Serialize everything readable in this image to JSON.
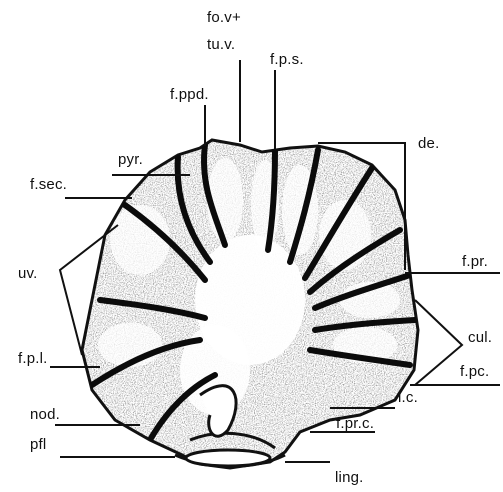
{
  "image": {
    "background": "#ffffff",
    "ink": "#111111",
    "subject": "cerebellum-section"
  },
  "labels": {
    "fov_tuv_1": "fo.v+",
    "fov_tuv_2": "tu.v.",
    "fps": "f.p.s.",
    "fppd": "f.ppd.",
    "pyr": "pyr.",
    "fsec": "f.sec.",
    "uv": "uv.",
    "de": "de.",
    "fpr": "f.pr.",
    "cul": "cul.",
    "fpl": "f.p.l.",
    "nod": "nod.",
    "pfl": "pfl",
    "fpc": "f.pc.",
    "lc": "l.c.",
    "fprc": "f.pr.c.",
    "ling": "ling."
  }
}
